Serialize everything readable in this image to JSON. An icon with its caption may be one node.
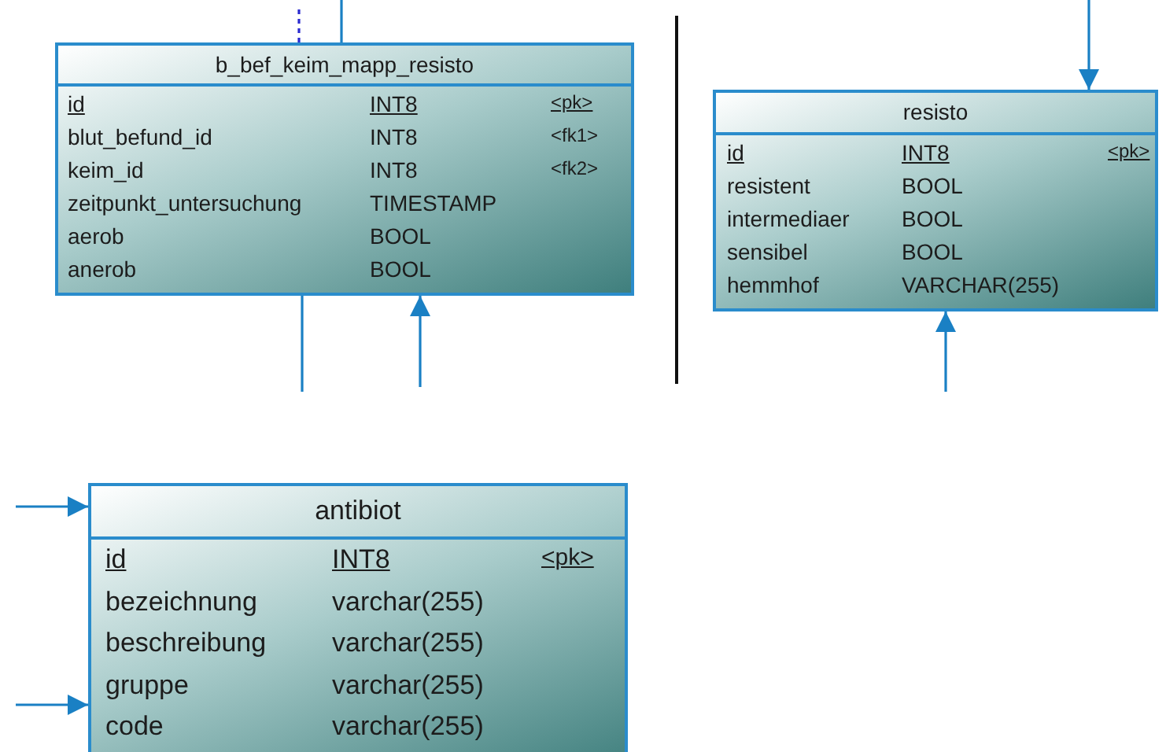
{
  "diagram": {
    "nodes": [
      {
        "text": [
          "b_bef_keim_mapp_resisto",
          "id",
          "INT8",
          "<pk>",
          "blut_befund_id",
          "INT8",
          "<fk1>",
          "keim_id",
          "INT8",
          "<fk2>",
          "zeitpunkt_untersuchung",
          "TIMESTAMP",
          "aerob",
          "BOOL",
          "anerob",
          "BOOL"
        ]
      },
      {
        "text": [
          "resisto",
          "id",
          "INT8",
          "<pk>",
          "resistent",
          "BOOL",
          "intermediaer",
          "BOOL",
          "sensibel",
          "BOOL",
          "hemmhof",
          "VARCHAR(255)"
        ]
      },
      {
        "text": [
          "antibiot",
          "id",
          "INT8",
          "<pk>",
          "bezeichnung",
          "varchar(255)",
          "beschreibung",
          "varchar(255)",
          "gruppe",
          "varchar(255)",
          "code",
          "varchar(255)"
        ]
      }
    ],
    "edges": [
      {
        "from": null,
        "to": 0,
        "arrow": "none",
        "style": "dashed",
        "color": "#2a2ad0"
      },
      {
        "from": null,
        "to": 0,
        "arrow": "none"
      },
      {
        "from": 0,
        "to": null,
        "arrow": "none"
      },
      {
        "from": null,
        "to": 0,
        "arrow": "to"
      },
      {
        "from": null,
        "to": 1,
        "arrow": "to"
      },
      {
        "from": null,
        "to": 1,
        "arrow": "to"
      },
      {
        "from": null,
        "to": 2,
        "arrow": "to"
      },
      {
        "from": null,
        "to": 2,
        "arrow": "to"
      }
    ]
  }
}
